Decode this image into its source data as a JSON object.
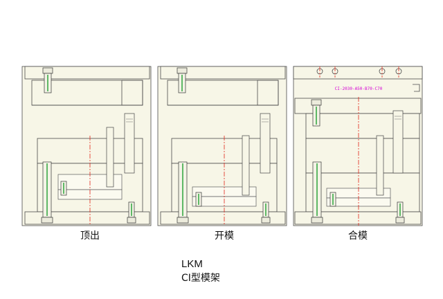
{
  "views": [
    {
      "id": "ejecting",
      "label": "顶出"
    },
    {
      "id": "mold-open",
      "label": "开模"
    },
    {
      "id": "mold-closed",
      "label": "合模"
    }
  ],
  "mold_spec_text": "CI-2030-A50-B70-C70",
  "caption": {
    "brand": "LKM",
    "model": "CI型模架"
  },
  "colors": {
    "plate_fill": "#f7f6e7",
    "outline": "#4a4a4a",
    "centerline": "#e2231a",
    "bolt_core": "#1f9e2e",
    "spec_text": "#d400d4"
  },
  "icons": [
    "cap-screw-icon",
    "guide-pin-icon",
    "centerline-icon",
    "datum-corner-icon"
  ]
}
